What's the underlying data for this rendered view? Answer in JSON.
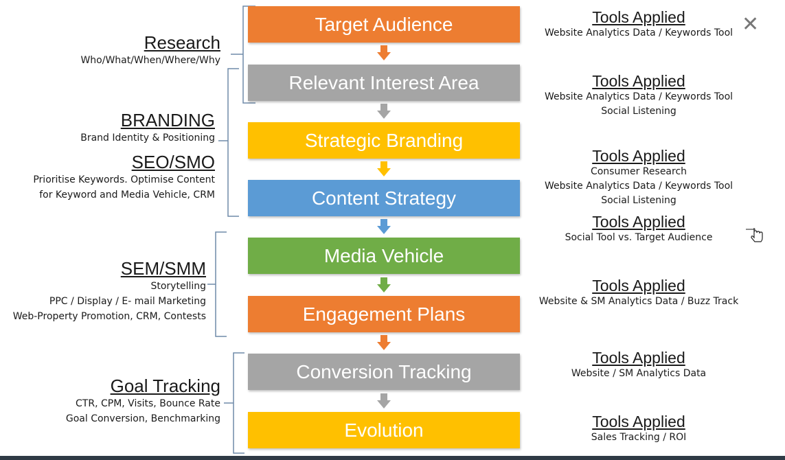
{
  "colors": {
    "orange": "#ED7D31",
    "gray": "#A5A5A5",
    "yellow": "#FFC000",
    "blue": "#5B9BD5",
    "green": "#70AD47"
  },
  "steps": [
    {
      "label": "Target Audience",
      "color": "#ED7D31"
    },
    {
      "label": "Relevant Interest Area",
      "color": "#A5A5A5"
    },
    {
      "label": "Strategic Branding",
      "color": "#FFC000"
    },
    {
      "label": "Content Strategy",
      "color": "#5B9BD5"
    },
    {
      "label": "Media Vehicle",
      "color": "#70AD47"
    },
    {
      "label": "Engagement Plans",
      "color": "#ED7D31"
    },
    {
      "label": "Conversion Tracking",
      "color": "#A5A5A5"
    },
    {
      "label": "Evolution",
      "color": "#FFC000"
    }
  ],
  "arrows": [
    "#ED7D31",
    "#A5A5A5",
    "#FFC000",
    "#5B9BD5",
    "#70AD47",
    "#ED7D31",
    "#A5A5A5"
  ],
  "tools": [
    {
      "heading": "Tools Applied",
      "lines": [
        "Website Analytics Data / Keywords Tool"
      ]
    },
    {
      "heading": "Tools Applied",
      "lines": [
        "Website Analytics Data / Keywords Tool",
        "Social Listening"
      ]
    },
    {
      "heading": "Tools Applied",
      "lines": [
        "Consumer Research",
        "Website Analytics Data / Keywords Tool",
        "Social Listening"
      ]
    },
    {
      "heading": "Tools Applied",
      "lines": [
        "Social Tool vs. Target Audience"
      ]
    },
    {
      "heading": "Tools Applied",
      "lines": [
        "Website & SM Analytics Data / Buzz Track"
      ]
    },
    {
      "heading": "Tools Applied",
      "lines": [
        "Website / SM Analytics Data"
      ]
    },
    {
      "heading": "Tools Applied",
      "lines": [
        "Sales Tracking / ROI"
      ]
    }
  ],
  "left_groups": [
    {
      "heading": "Research",
      "lines": [
        "Who/What/When/Where/Why"
      ]
    },
    {
      "heading": "BRANDING",
      "lines": [
        "Brand Identity & Positioning"
      ]
    },
    {
      "heading": "SEO/SMO",
      "lines": [
        "Prioritise Keywords. Optimise Content",
        "for Keyword and Media Vehicle, CRM"
      ]
    },
    {
      "heading": "SEM/SMM",
      "lines": [
        "Storytelling",
        "PPC / Display / E- mail Marketing",
        "Web-Property Promotion, CRM, Contests"
      ]
    },
    {
      "heading": "Goal Tracking",
      "lines": [
        "CTR, CPM, Visits, Bounce Rate",
        "Goal Conversion, Benchmarking"
      ]
    }
  ],
  "close_icon": "close-icon",
  "cursor_icon": "hand-pointer-icon"
}
